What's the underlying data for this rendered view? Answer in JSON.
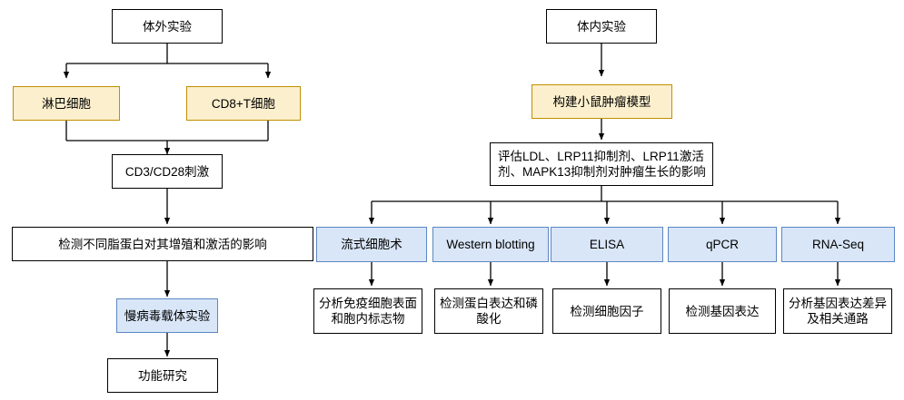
{
  "diagram": {
    "title": "Experimental design flowchart",
    "colors": {
      "plain_fill": "#ffffff",
      "plain_border": "#000000",
      "yellow_fill": "#fcefcd",
      "yellow_border": "#bf9000",
      "blue_fill": "#d9e6f7",
      "blue_border": "#5b87c4",
      "connector": "#000000"
    },
    "left_branch": {
      "root": "体外实验",
      "cell_types": [
        "淋巴细胞",
        "CD8+T细胞"
      ],
      "stimulation": "CD3/CD28刺激",
      "readout": "检测不同脂蛋白对其增殖和激活的影响",
      "vector_experiment": "慢病毒载体实验",
      "functional_study": "功能研究"
    },
    "right_branch": {
      "root": "体内实验",
      "model": "构建小鼠肿瘤模型",
      "treatment": "评估LDL、LRP11抑制剂、LRP11激活\n剂、MAPK13抑制剂对肿瘤生长的影响",
      "methods": [
        {
          "name": "流式细胞术",
          "detail": "分析免疫细胞表面\n和胞内标志物"
        },
        {
          "name": "Western blotting",
          "detail": "检测蛋白表达和磷\n酸化"
        },
        {
          "name": "ELISA",
          "detail": "检测细胞因子"
        },
        {
          "name": "qPCR",
          "detail": "检测基因表达"
        },
        {
          "name": "RNA-Seq",
          "detail": "分析基因表达差异\n及相关通路"
        }
      ]
    }
  }
}
